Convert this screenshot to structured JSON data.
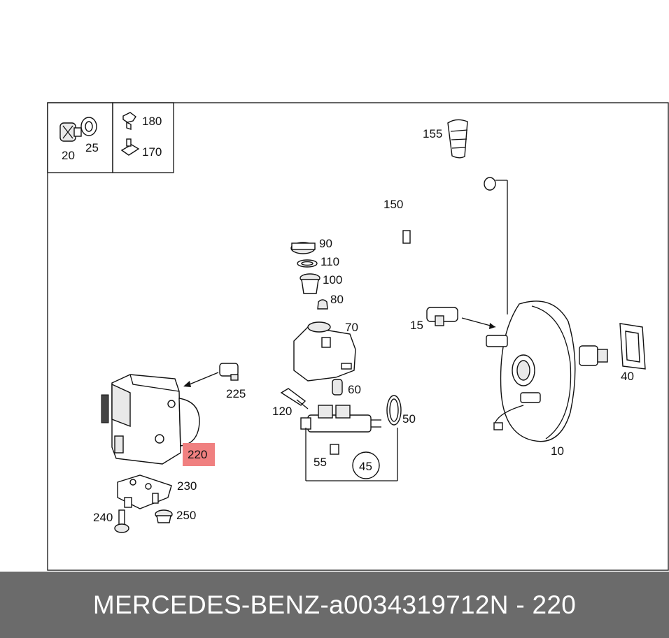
{
  "diagram": {
    "callouts": {
      "p20": "20",
      "p25": "25",
      "p180": "180",
      "p170": "170",
      "p155": "155",
      "p150": "150",
      "p90": "90",
      "p110": "110",
      "p100": "100",
      "p80": "80",
      "p70": "70",
      "p15": "15",
      "p40": "40",
      "p10": "10",
      "p225": "225",
      "p60": "60",
      "p120": "120",
      "p50": "50",
      "p55": "55",
      "p45": "45",
      "p220": "220",
      "p230": "230",
      "p240": "240",
      "p250": "250"
    },
    "highlight_color": "#f08080"
  },
  "footer": {
    "brand": "MERCEDES-BENZ",
    "separator": "-",
    "part_number": "a0034319712",
    "position_code": "N - 220"
  }
}
